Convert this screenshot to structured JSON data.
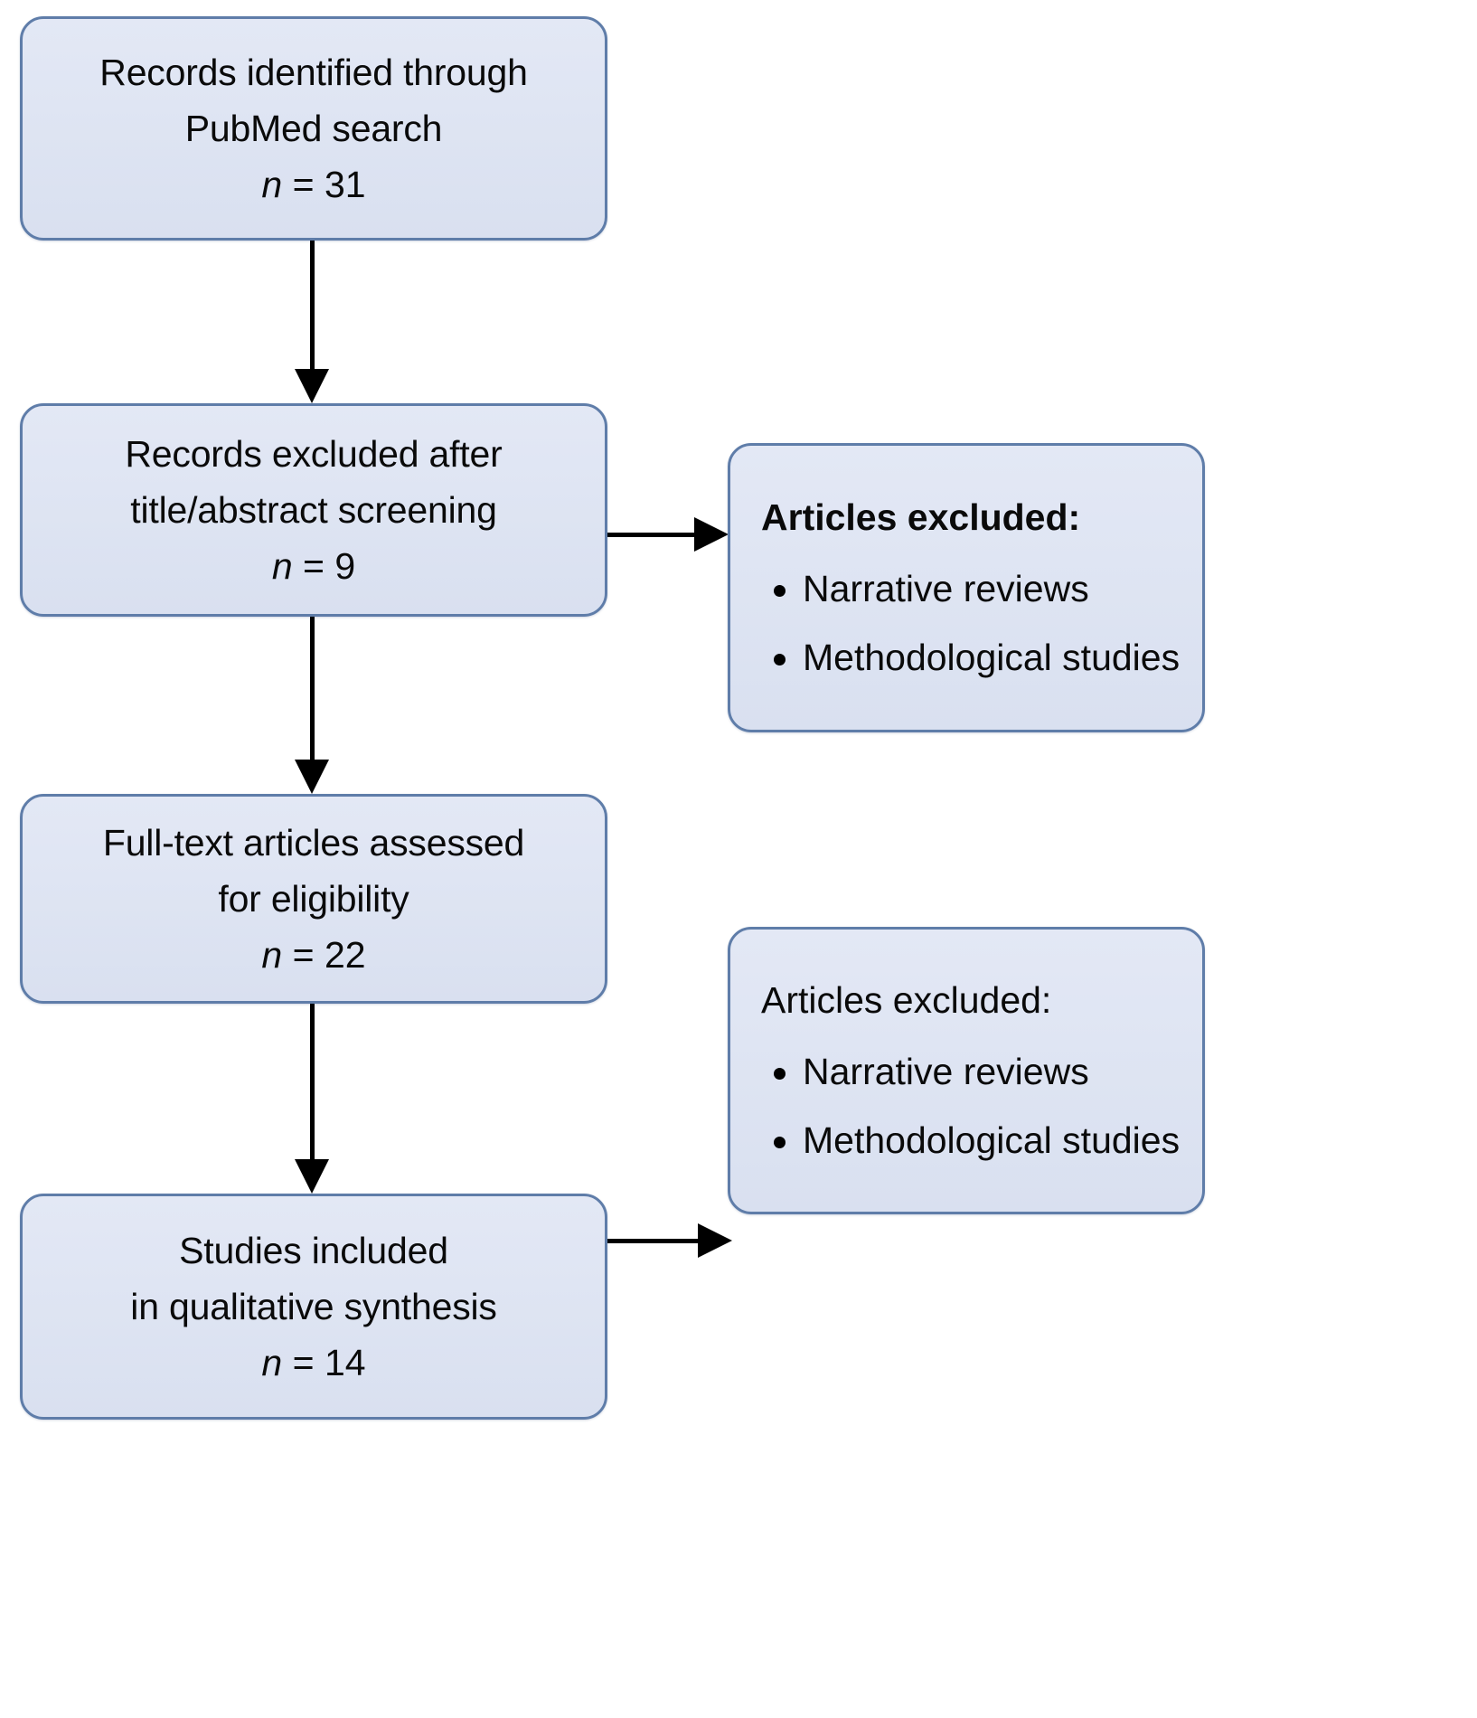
{
  "diagram": {
    "type": "prisma-flow-diagram",
    "background_color": "#ffffff",
    "box_fill_color": "#dfe5f3",
    "box_border_color": "#5f7da9",
    "arrow_color": "#000000"
  },
  "boxes": {
    "identified": {
      "line1": "Records identified through",
      "line2": "PubMed search",
      "n_symbol": "n",
      "n_value": " = 31"
    },
    "excluded_screening": {
      "line1": "Records excluded after",
      "line2": "title/abstract screening",
      "n_symbol": "n",
      "n_value": " = 9"
    },
    "fulltext": {
      "line1": "Full-text articles assessed",
      "line2": "for eligibility",
      "n_symbol": "n",
      "n_value": " = 22"
    },
    "included": {
      "line1": "Studies included",
      "line2": "in qualitative synthesis",
      "n_symbol": "n",
      "n_value": " = 14"
    }
  },
  "excluded_boxes": [
    {
      "title": "Articles excluded:",
      "bold_title": true,
      "items": [
        "Narrative reviews",
        "Methodological studies"
      ]
    },
    {
      "title": "Articles excluded:",
      "bold_title": false,
      "items": [
        "Narrative reviews",
        "Methodological studies"
      ]
    }
  ]
}
